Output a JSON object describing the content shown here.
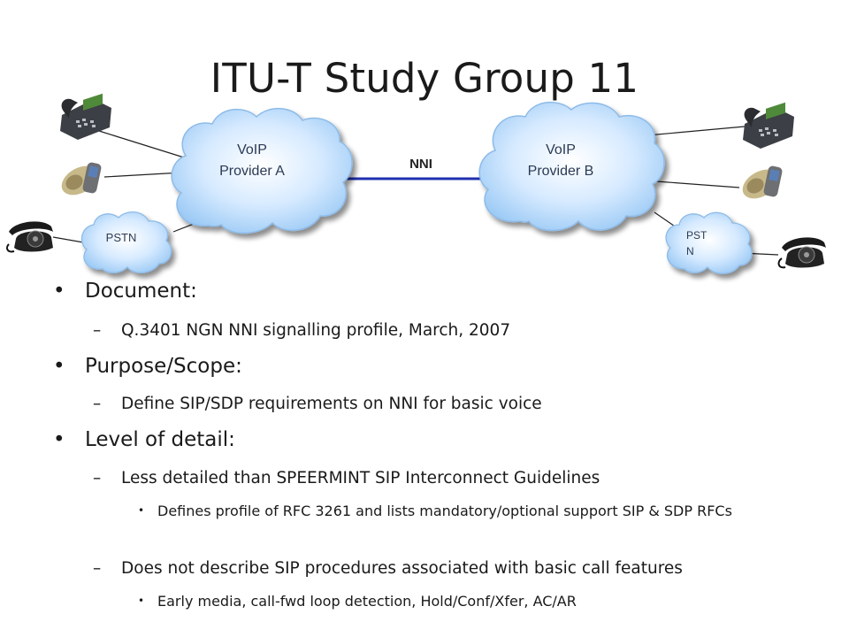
{
  "slide": {
    "title": "ITU-T Study Group 11"
  },
  "diagram": {
    "cloud_a": {
      "line1": "VoIP",
      "line2": "Provider A"
    },
    "cloud_b": {
      "line1": "VoIP",
      "line2": "Provider B"
    },
    "pstn_left": {
      "label": "PSTN"
    },
    "pstn_right": {
      "line1": "PST",
      "line2": "N"
    },
    "link_label": "NNI",
    "colors": {
      "cloud_fill": "#bcdcff",
      "cloud_edge": "#9cc7f2",
      "link": "#1f2fb0"
    },
    "icons": [
      "desk-phone-icon",
      "mobile-phone-icon",
      "rotary-phone-icon"
    ]
  },
  "bullets": {
    "document": {
      "label": "Document:",
      "items": [
        "Q.3401 NGN NNI signalling profile, March, 2007"
      ]
    },
    "scope": {
      "label": "Purpose/Scope:",
      "items": [
        "Define SIP/SDP requirements on NNI for basic voice"
      ]
    },
    "detail": {
      "label": "Level of detail:",
      "items": [
        {
          "text": "Less detailed than SPEERMINT SIP Interconnect Guidelines",
          "sub": [
            "Defines profile of RFC 3261 and lists mandatory/optional support SIP & SDP RFCs"
          ]
        },
        {
          "text": "Does not describe SIP procedures associated with basic call features",
          "sub": [
            "Early media, call-fwd loop detection, Hold/Conf/Xfer, AC/AR"
          ]
        }
      ]
    }
  }
}
